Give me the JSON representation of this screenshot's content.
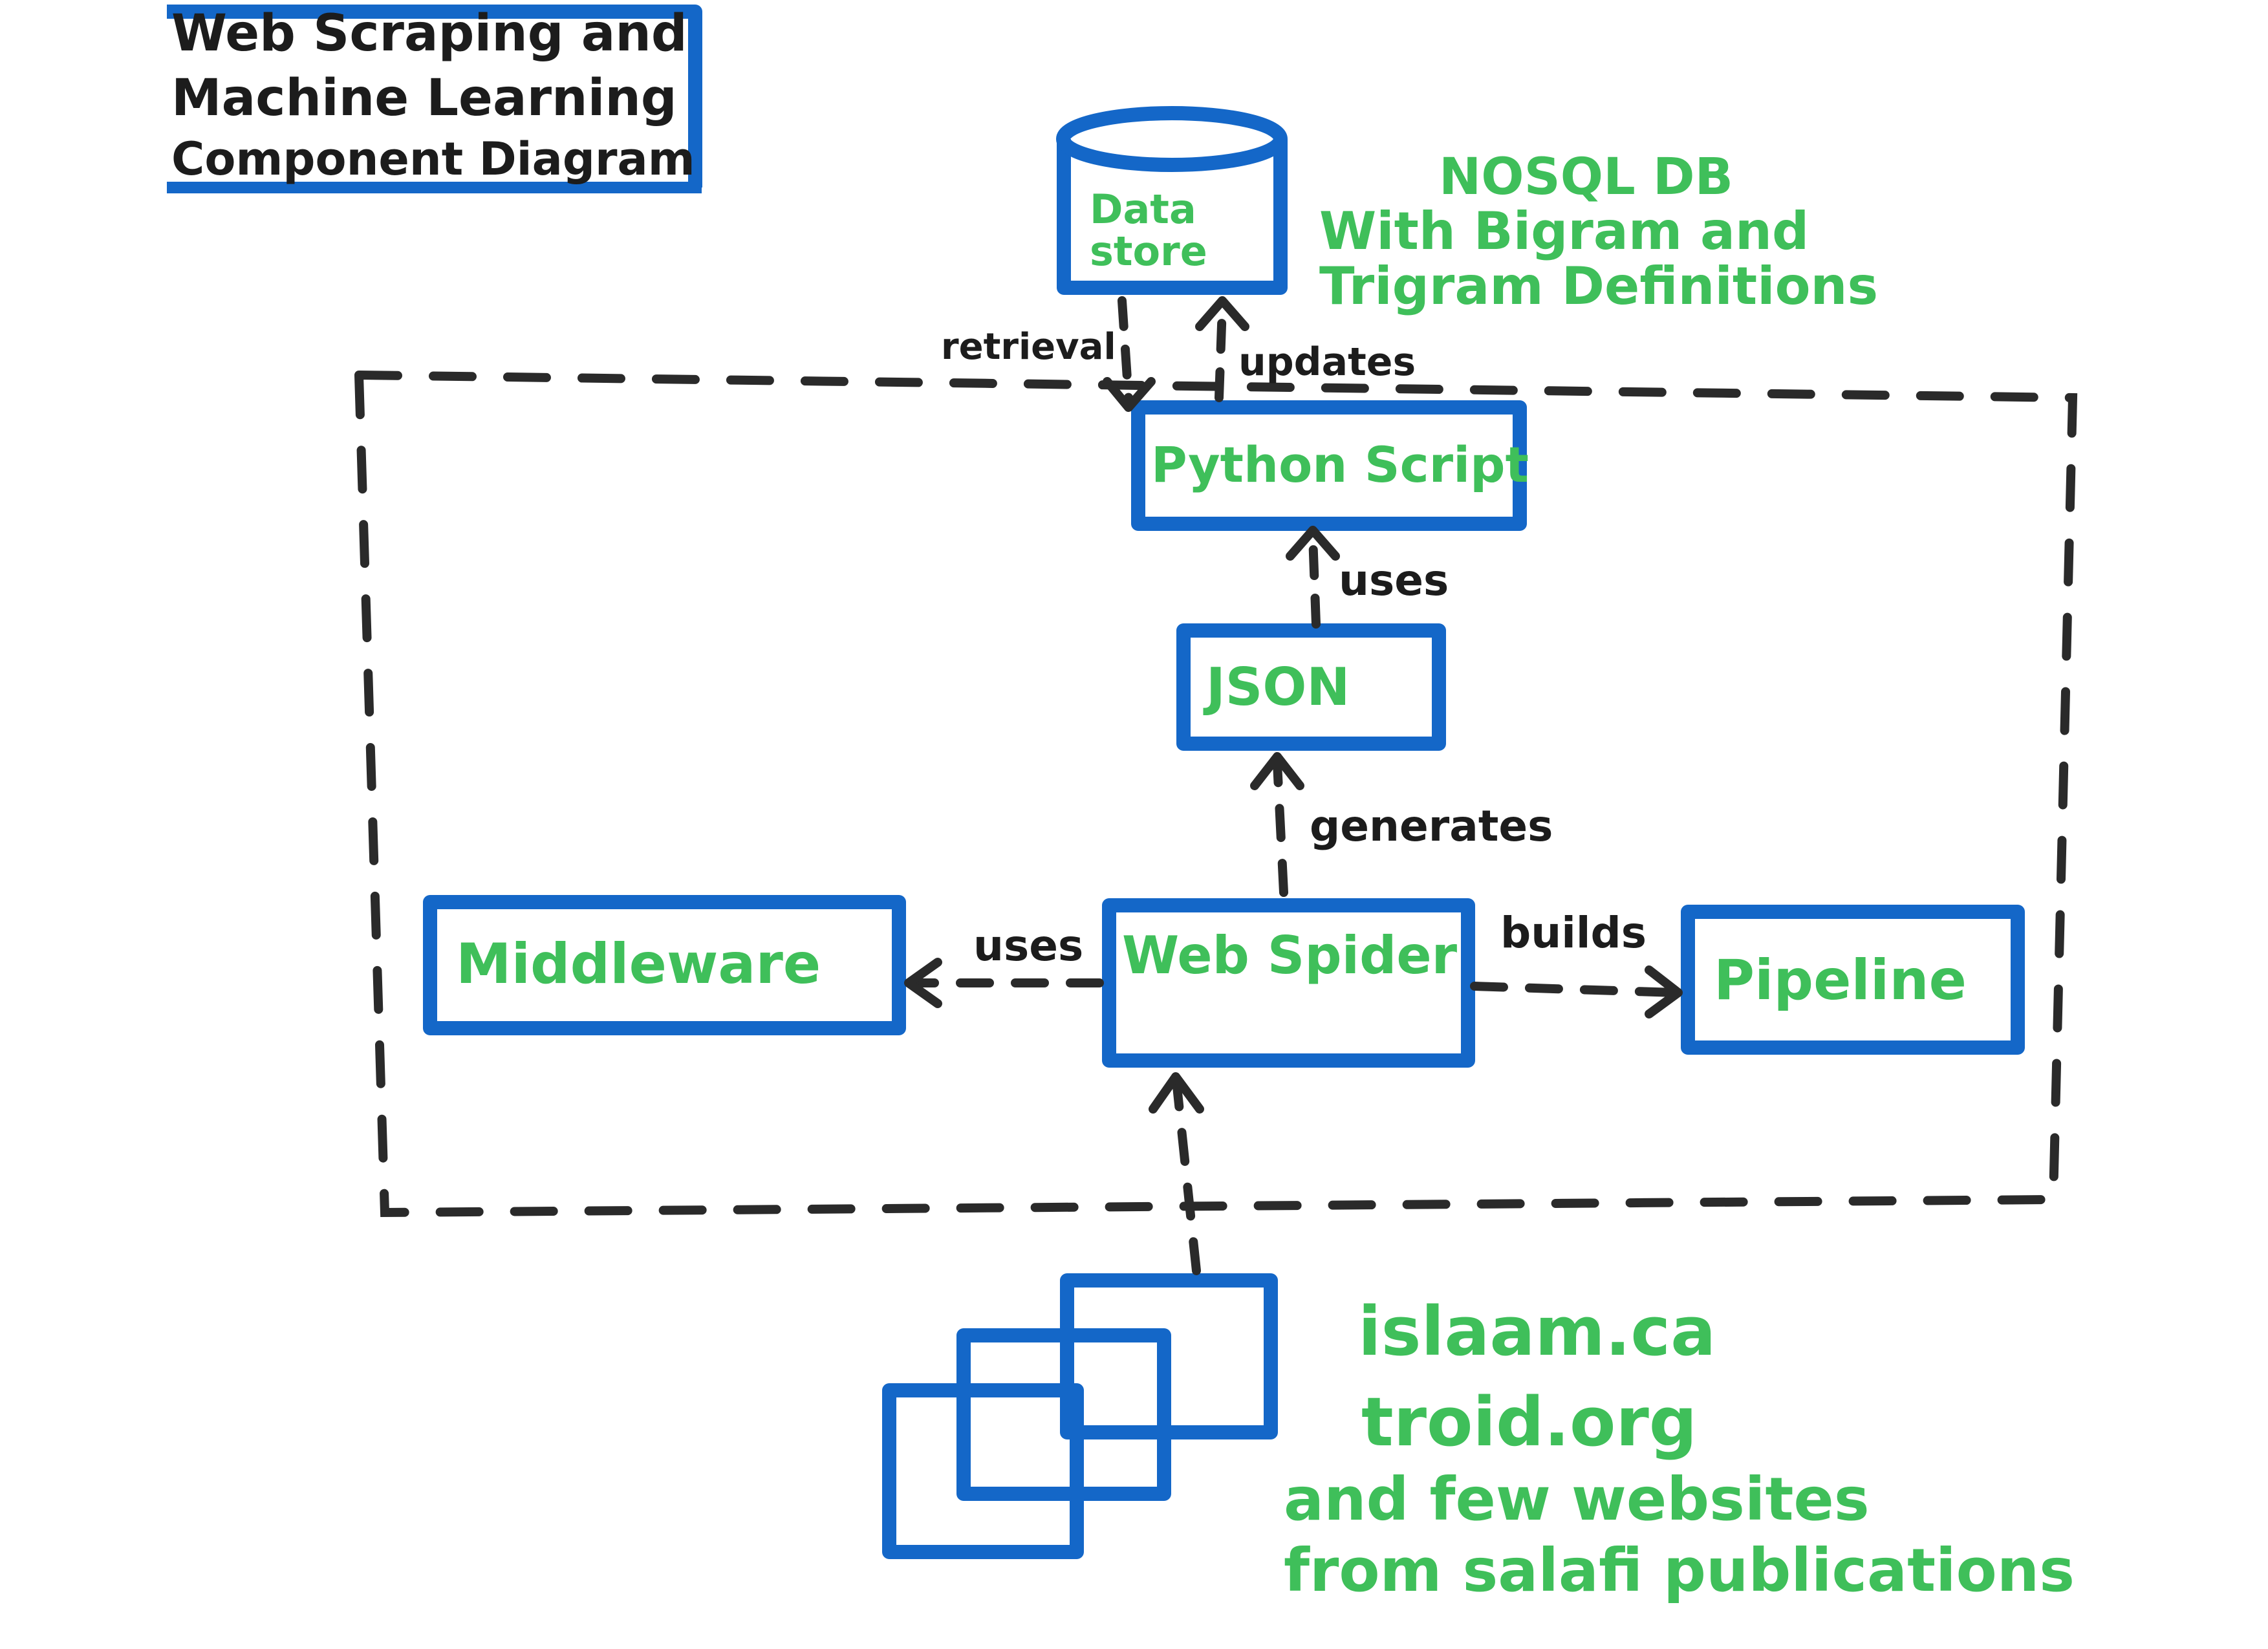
{
  "title": {
    "line1": "Web Scraping and",
    "line2": "Machine Learning",
    "line3": "Component Diagram"
  },
  "nodes": {
    "data_store": {
      "line1": "Data",
      "line2": "store"
    },
    "nosql_note": {
      "line1": "NOSQL DB",
      "line2": "With Bigram and",
      "line3": "Trigram   Definitions"
    },
    "python_script": "Python Script",
    "json": "JSON",
    "middleware": "Middleware",
    "web_spider": "Web Spider",
    "pipeline": "Pipeline"
  },
  "edges": {
    "retrieval": "retrieval",
    "updates": "updates",
    "uses_json": "uses",
    "generates": "generates",
    "uses_middleware": "uses",
    "builds": "builds"
  },
  "sources_note": {
    "line1": "islaam.ca",
    "line2": "troid.org",
    "line3": "and few websites",
    "line4": "from salafi publications"
  },
  "colors": {
    "box_blue": "#1467c8",
    "label_green": "#3fbf5a",
    "ink_black": "#1c1c1c"
  }
}
